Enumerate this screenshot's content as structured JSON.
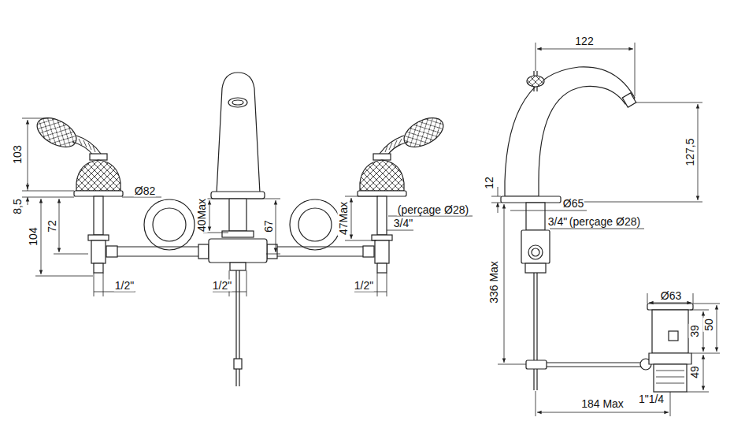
{
  "diagram": {
    "labels": [
      "103",
      "8,5",
      "Ø82",
      "104",
      "72",
      "1/2\"",
      "40Max",
      "67",
      "1/2\"",
      "47Max",
      "(perçage Ø28)",
      "3/4\"",
      "1/2\"",
      "122",
      "127,5",
      "12",
      "Ø65",
      "3/4\"",
      "(perçage Ø28)",
      "336 Max",
      "Ø63",
      "39",
      "50",
      "49",
      "184 Max",
      "1\"1/4"
    ]
  }
}
